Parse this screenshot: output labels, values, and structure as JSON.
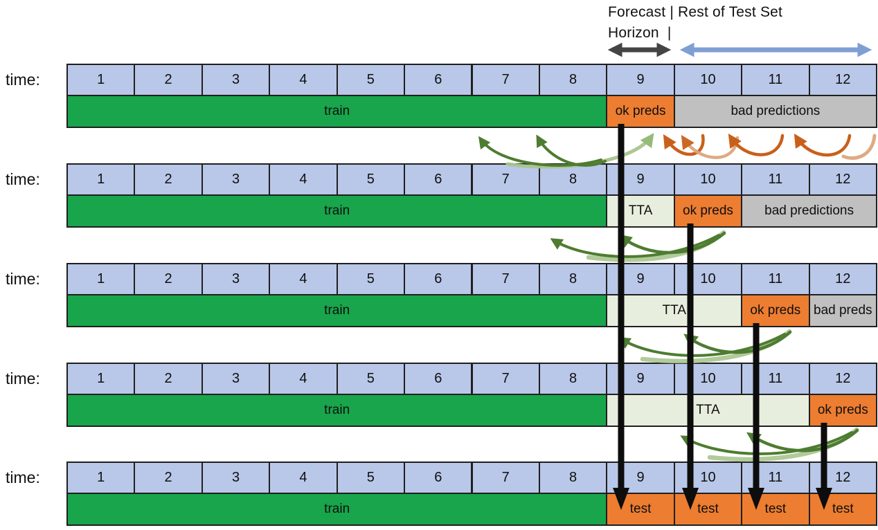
{
  "header": {
    "line1": "Forecast | Rest of Test Set",
    "line2": "Horizon  |"
  },
  "time_label": "time:",
  "cell_numbers": [
    "1",
    "2",
    "3",
    "4",
    "5",
    "6",
    "7",
    "8",
    "9",
    "10",
    "11",
    "12"
  ],
  "colors": {
    "timeline_cell": "#b9c7e8",
    "train": "#18a54b",
    "tta": "#e7eedd",
    "ok_preds": "#ed7d31",
    "bad_preds": "#c0c0c0",
    "test": "#ed7d31",
    "forecast_arrow": "#444444",
    "rest_arrow": "#7f9fd4",
    "green_arrow_dark": "#4e7c31",
    "green_arrow_light": "#a9c58f",
    "orange_arrow_dark": "#c9601a",
    "orange_arrow_light": "#dda57c",
    "flow_arrow": "#0d0d0d"
  },
  "rows": [
    {
      "time_label": "time:",
      "segments": [
        {
          "label": "train",
          "type": "train",
          "start": 1,
          "span": 8
        },
        {
          "label": "ok preds",
          "type": "ok_preds",
          "start": 9,
          "span": 1
        },
        {
          "label": "bad predictions",
          "type": "bad_preds",
          "start": 10,
          "span": 3
        }
      ]
    },
    {
      "time_label": "time:",
      "segments": [
        {
          "label": "train",
          "type": "train",
          "start": 1,
          "span": 8
        },
        {
          "label": "TTA",
          "type": "tta",
          "start": 9,
          "span": 1
        },
        {
          "label": "ok preds",
          "type": "ok_preds",
          "start": 10,
          "span": 1
        },
        {
          "label": "bad predictions",
          "type": "bad_preds",
          "start": 11,
          "span": 2
        }
      ]
    },
    {
      "time_label": "time:",
      "segments": [
        {
          "label": "train",
          "type": "train",
          "start": 1,
          "span": 8
        },
        {
          "label": "TTA",
          "type": "tta",
          "start": 9,
          "span": 2
        },
        {
          "label": "ok preds",
          "type": "ok_preds",
          "start": 11,
          "span": 1
        },
        {
          "label": "bad preds",
          "type": "bad_preds",
          "start": 12,
          "span": 1
        }
      ]
    },
    {
      "time_label": "time:",
      "segments": [
        {
          "label": "train",
          "type": "train",
          "start": 1,
          "span": 8
        },
        {
          "label": "TTA",
          "type": "tta",
          "start": 9,
          "span": 3
        },
        {
          "label": "ok preds",
          "type": "ok_preds",
          "start": 12,
          "span": 1
        }
      ]
    },
    {
      "time_label": "time:",
      "segments": [
        {
          "label": "train",
          "type": "train",
          "start": 1,
          "span": 8
        },
        {
          "label": "test",
          "type": "test",
          "start": 9,
          "span": 1
        },
        {
          "label": "test",
          "type": "test",
          "start": 10,
          "span": 1
        },
        {
          "label": "test",
          "type": "test",
          "start": 11,
          "span": 1
        },
        {
          "label": "test",
          "type": "test",
          "start": 12,
          "span": 1
        }
      ]
    }
  ]
}
